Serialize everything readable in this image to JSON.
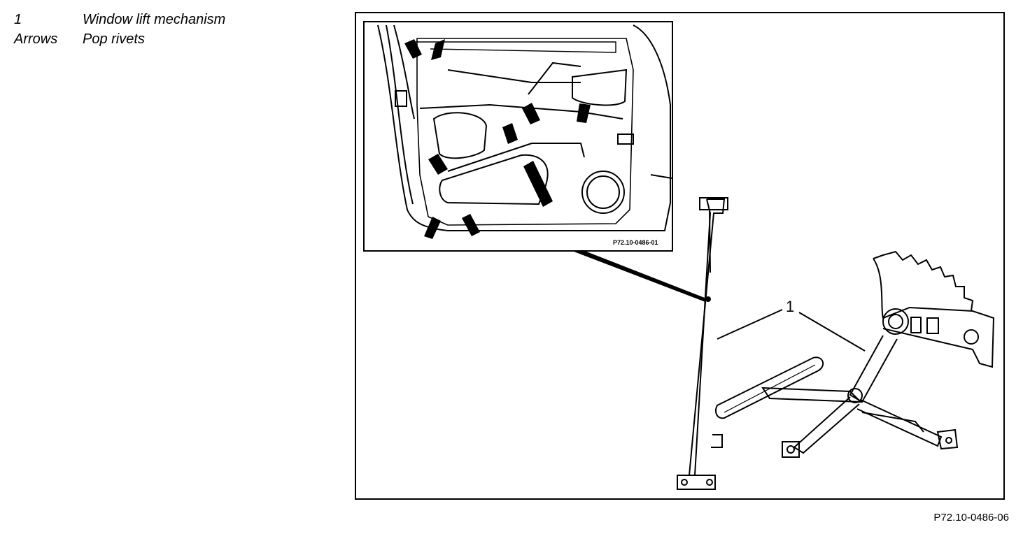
{
  "legend": [
    {
      "key": "1",
      "text": "Window lift mechanism"
    },
    {
      "key": "Arrows",
      "text": "Pop rivets"
    }
  ],
  "figure": {
    "callout_label": "1",
    "inset_code": "P72.10-0486-01",
    "figure_code": "P72.10-0486-06"
  }
}
